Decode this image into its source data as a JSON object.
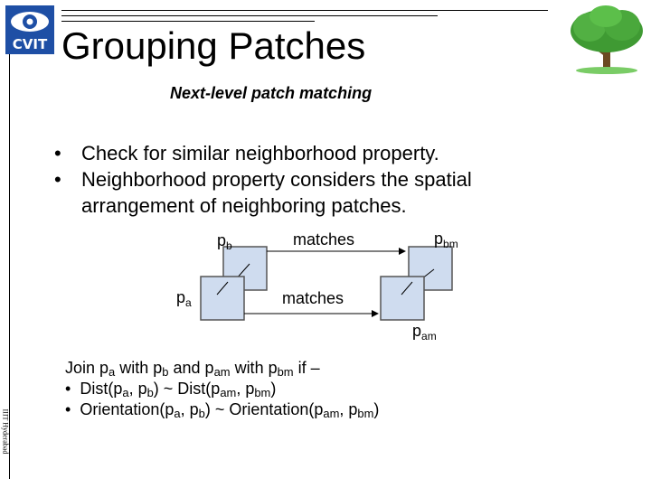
{
  "logo": {
    "text": "CVIT",
    "primary_color": "#1e4fa5"
  },
  "title": "Grouping Patches",
  "subtitle": "Next-level patch matching",
  "bullets": [
    "Check for similar neighborhood property.",
    "Neighborhood property considers the spatial arrangement of neighboring patches."
  ],
  "figure": {
    "label_pb_main": "p",
    "label_pb_sub": "b",
    "label_pa_main": "p",
    "label_pa_sub": "a",
    "label_pbm_main": "p",
    "label_pbm_sub": "bm",
    "label_pam_main": "p",
    "label_pam_sub": "am",
    "matches_top": "matches",
    "matches_bottom": "matches",
    "patch_fill": "#cfdcef",
    "patch_stroke": "#555555"
  },
  "join": {
    "line1": {
      "t1": "Join p",
      "s1": "a",
      "t2": " with p",
      "s2": "b",
      "t3": " and p",
      "s3": "am",
      "t4": " with p",
      "s4": "bm",
      "t5": " if –"
    },
    "item1": {
      "t1": "Dist(p",
      "s1": "a",
      "t2": ", p",
      "s2": "b",
      "t3": ") ~ Dist(p",
      "s3": "am",
      "t4": ", p",
      "s4": "bm",
      "t5": ")"
    },
    "item2": {
      "t1": "Orientation(p",
      "s1": "a",
      "t2": ", p",
      "s2": "b",
      "t3": ") ~ Orientation(p",
      "s3": "am",
      "t4": ", p",
      "s4": "bm",
      "t5": ")"
    },
    "bullet_glyph": "•"
  },
  "watermark": "IIIT Hyderabad"
}
